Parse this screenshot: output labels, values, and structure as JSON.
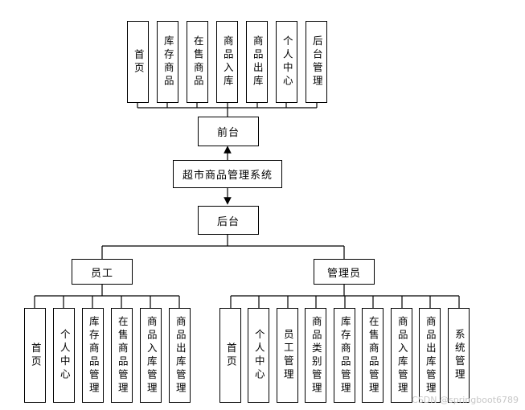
{
  "root": "超市商品管理系统",
  "front": {
    "label": "前台",
    "modules": [
      "首页",
      "库存商品",
      "在售商品",
      "商品入库",
      "商品出库",
      "个人中心",
      "后台管理"
    ]
  },
  "back": {
    "label": "后台",
    "roles": [
      {
        "label": "员工",
        "modules": [
          "首页",
          "个人中心",
          "库存商品管理",
          "在售商品管理",
          "商品入库管理",
          "商品出库管理"
        ]
      },
      {
        "label": "管理员",
        "modules": [
          "首页",
          "个人中心",
          "员工管理",
          "商品类别管理",
          "库存商品管理",
          "在售商品管理",
          "商品入库管理",
          "商品出库管理",
          "系统管理"
        ]
      }
    ]
  },
  "watermark": "CSDN @springboot6789"
}
